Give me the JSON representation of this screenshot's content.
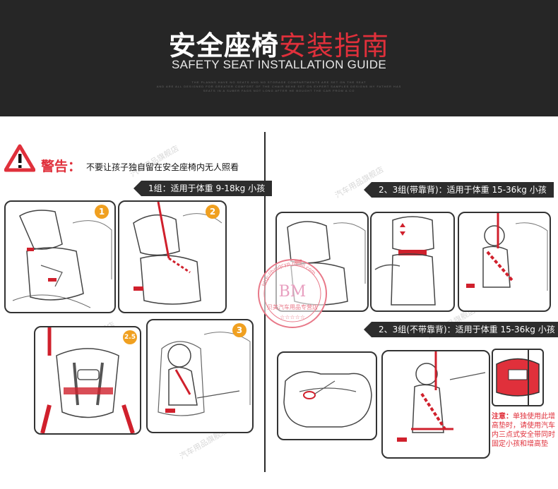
{
  "header": {
    "title_white": "安全座椅",
    "title_red": "安装指南",
    "subtitle": "SAFETY SEAT INSTALLATION GUIDE",
    "fine_print": [
      "THE PLANNS HAVE NO SEATS AND NO STORAGE COMPARTMENTS ARE SET ON THE SEAT",
      "AND ARE ALL DESIGNED FOR GREATER COMFORT OF THE CHAIR BEHE SET ON EXPERT SAMPLES DESIGNS MY FATHER HAS",
      "SEATS IN A SUBER FAGS NOT LONG AFTER HE BOUGHT THE CAR FROM A CO"
    ]
  },
  "warning": {
    "label": "警告：",
    "text": "不要让孩子独自留在安全座椅内无人照看"
  },
  "groups": {
    "g1": "1组：适用于体重 9-18kg 小孩",
    "g23_back": "2、3组(带靠背)：适用于体重 15-36kg 小孩",
    "g23_noback": "2、3组(不带靠背)：适用于体重 15-36kg 小孩"
  },
  "steps": [
    "1",
    "2",
    "2.5",
    "3"
  ],
  "note": {
    "label": "注意：",
    "text": "单独使用此增高垫时，请使用汽车内三点式安全带同时固定小孩和增高垫"
  },
  "stamp": {
    "url": "http://bmqcyp.tmall.com",
    "logo": "BM",
    "shop": "贝美汽车用品专营店"
  },
  "colors": {
    "accent_red": "#e0303b",
    "header_bg": "#262626",
    "step_orange": "#f0a020"
  }
}
